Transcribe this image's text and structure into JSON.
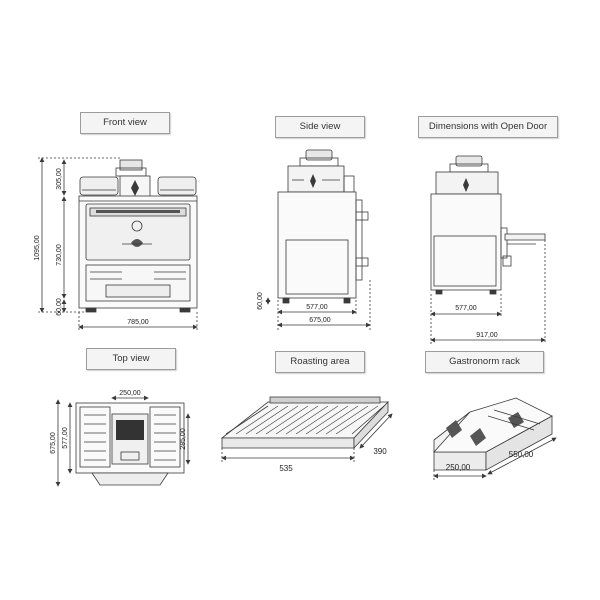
{
  "views": {
    "front": "Front view",
    "side": "Side view",
    "open_door": "Dimensions with Open Door",
    "top": "Top view",
    "roasting": "Roasting area",
    "rack": "Gastronorm rack"
  },
  "dims": {
    "front_total_height": "1095,00",
    "front_top": "305,00",
    "front_body": "730,00",
    "front_legs": "60,00",
    "front_width": "785,00",
    "side_legs": "60,00",
    "side_depth_body": "577,00",
    "side_depth_total": "675,00",
    "open_depth_body": "577,00",
    "open_depth_total": "917,00",
    "top_width": "250,00",
    "top_depth_total": "675,00",
    "top_depth_body": "577,00",
    "top_inner": "285,00",
    "roast_width": "535",
    "roast_depth": "390",
    "rack_width": "250,00",
    "rack_depth": "550,00"
  },
  "colors": {
    "line": "#3a3a3a",
    "label_bg": "#f4f4f4",
    "label_border": "#9c9c9c"
  }
}
